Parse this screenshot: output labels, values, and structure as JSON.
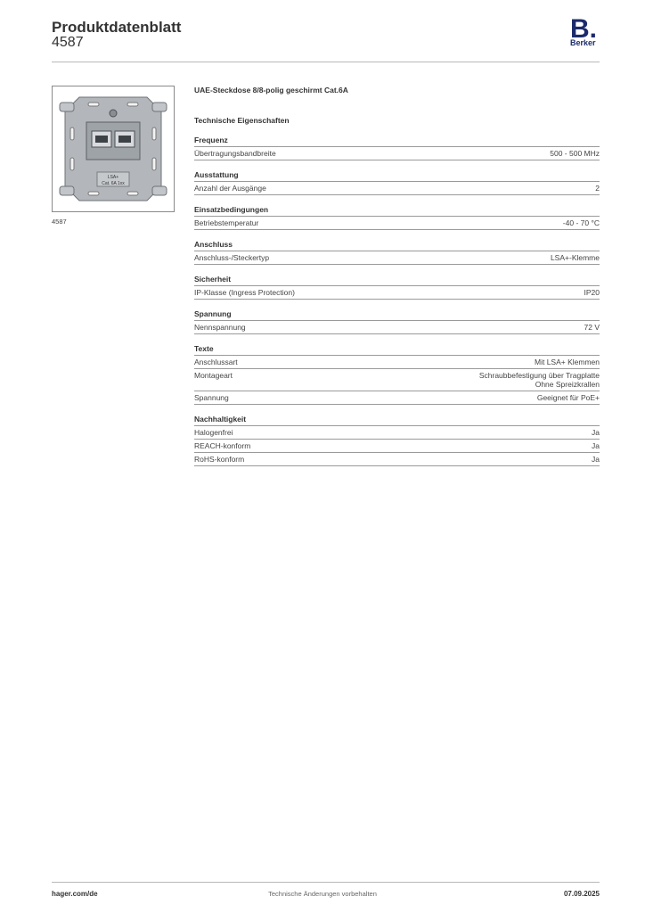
{
  "header": {
    "title": "Produktdatenblatt",
    "number": "4587",
    "logo_letter": "B.",
    "logo_brand": "Berker",
    "brand_color": "#1b2b6b"
  },
  "image": {
    "caption": "4587",
    "labels": [
      "LSA+",
      "Cat. 6A 1xx"
    ]
  },
  "product": {
    "name": "UAE-Steckdose 8/8-polig geschirmt Cat.6A",
    "section_title": "Technische Eigenschaften"
  },
  "groups": [
    {
      "title": "Frequenz",
      "rows": [
        {
          "label": "Übertragungsbandbreite",
          "value": [
            "500 - 500 MHz"
          ]
        }
      ]
    },
    {
      "title": "Ausstattung",
      "rows": [
        {
          "label": "Anzahl der Ausgänge",
          "value": [
            "2"
          ]
        }
      ]
    },
    {
      "title": "Einsatzbedingungen",
      "rows": [
        {
          "label": "Betriebstemperatur",
          "value": [
            "-40 - 70 °C"
          ]
        }
      ]
    },
    {
      "title": "Anschluss",
      "rows": [
        {
          "label": "Anschluss-/Steckertyp",
          "value": [
            "LSA+-Klemme"
          ]
        }
      ]
    },
    {
      "title": "Sicherheit",
      "rows": [
        {
          "label": "IP-Klasse (Ingress Protection)",
          "value": [
            "IP20"
          ]
        }
      ]
    },
    {
      "title": "Spannung",
      "rows": [
        {
          "label": "Nennspannung",
          "value": [
            "72 V"
          ]
        }
      ]
    },
    {
      "title": "Texte",
      "rows": [
        {
          "label": "Anschlussart",
          "value": [
            "Mit LSA+ Klemmen"
          ]
        },
        {
          "label": "Montageart",
          "value": [
            "Schraubbefestigung über Tragplatte",
            "Ohne Spreizkrallen"
          ]
        },
        {
          "label": "Spannung",
          "value": [
            "Geeignet für PoE+"
          ]
        }
      ]
    },
    {
      "title": "Nachhaltigkeit",
      "rows": [
        {
          "label": "Halogenfrei",
          "value": [
            "Ja"
          ]
        },
        {
          "label": "REACH-konform",
          "value": [
            "Ja"
          ]
        },
        {
          "label": "RoHS-konform",
          "value": [
            "Ja"
          ]
        }
      ]
    }
  ],
  "footer": {
    "website": "hager.com/de",
    "disclaimer": "Technische Änderungen vorbehalten",
    "date": "07.09.2025"
  }
}
